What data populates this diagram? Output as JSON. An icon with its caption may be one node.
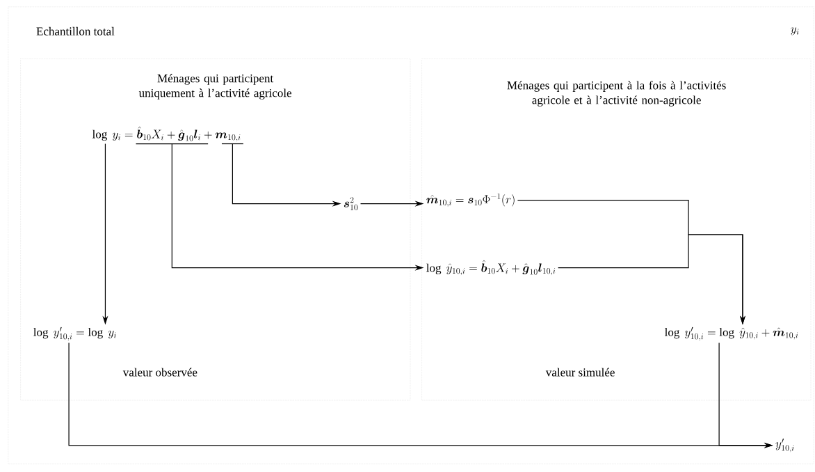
{
  "diagram": {
    "nodes": [
      {
        "text": [
          "Echantillon total",
          "y_i"
        ]
      },
      {
        "text": [
          "Ménages qui participent uniquement à l’activité agricole"
        ],
        "in": 0
      },
      {
        "text": [
          "Ménages qui participent à la fois à l’activités agricole et à l’activité non-agricole"
        ],
        "in": 0
      },
      {
        "text": [
          "\\log\\ y_i = \\hat{\\boldsymbol{b}}_{10}X_i + \\hat{\\boldsymbol{g}}_{10}\\boldsymbol{l}_i + \\boldsymbol{m}_{10,i}"
        ],
        "in": 1
      },
      {
        "text": [
          "\\boldsymbol{s}_{10}^{2}"
        ],
        "in": 1
      },
      {
        "text": [
          "\\hat{\\boldsymbol{m}}_{10,i} = \\boldsymbol{s}_{10}\\Phi^{-1}(r)"
        ],
        "in": 2
      },
      {
        "text": [
          "\\log\\ \\hat{y}_{10,i} = \\hat{\\boldsymbol{b}}_{10}X_i + \\hat{\\boldsymbol{g}}_{10}\\boldsymbol{l}_{10,i}"
        ],
        "in": 2
      },
      {
        "text": [
          "\\log\\ y'_{10,i} = \\log\\ y_i"
        ],
        "beside": [
          "valeur observée"
        ],
        "in": 1
      },
      {
        "text": [
          "\\log\\ y'_{10,i} = \\log\\ \\hat{y}_{10,i} + \\hat{\\boldsymbol{m}}_{10,i}"
        ],
        "beside": [
          "valeur simulée"
        ],
        "in": 2
      },
      {
        "text": [
          "y'_{10,i}"
        ],
        "in": 0
      }
    ],
    "edges": [
      {
        "from": 3,
        "to": 7,
        "arrow": "to"
      },
      {
        "from": 3,
        "to": 4,
        "arrow": "to"
      },
      {
        "from": 4,
        "to": 5,
        "arrow": "to"
      },
      {
        "from": 3,
        "to": 6,
        "arrow": "to"
      },
      {
        "from": 5,
        "to": 8,
        "arrow": "to"
      },
      {
        "from": 6,
        "to": 8,
        "arrow": "to"
      },
      {
        "from": 7,
        "to": 9,
        "arrow": "to"
      },
      {
        "from": 8,
        "to": 9,
        "arrow": "to"
      }
    ]
  }
}
